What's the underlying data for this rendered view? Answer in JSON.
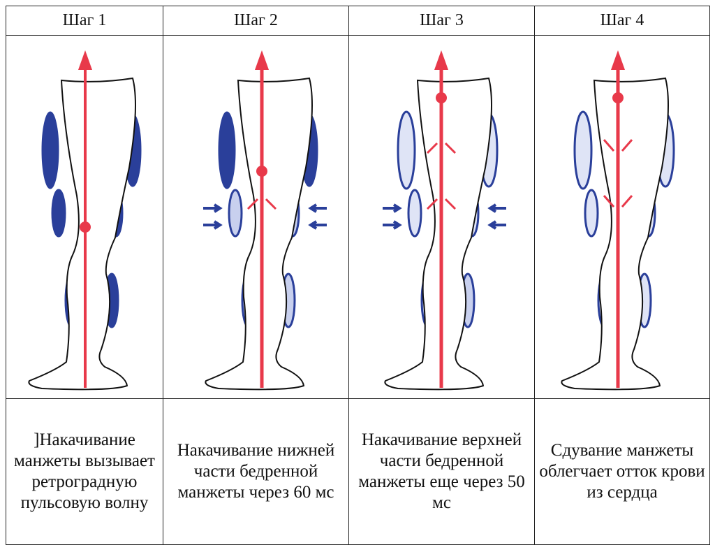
{
  "steps": [
    {
      "title": "Шаг 1",
      "description": "]Накачивание манжеты вызывает ретроградную пульсовую волну"
    },
    {
      "title": "Шаг 2",
      "description": "Накачивание нижней части бедренной манжеты через 60 мс"
    },
    {
      "title": "Шаг 3",
      "description": "Накачивание верхней части бедренной манжеты еще через 50 мс"
    },
    {
      "title": "Шаг 4",
      "description": "Сдувание манжеты облегчает отток крови из сердца"
    }
  ],
  "colors": {
    "artery": "#e8394a",
    "cuff": "#2a3f9a",
    "border": "#222222"
  }
}
